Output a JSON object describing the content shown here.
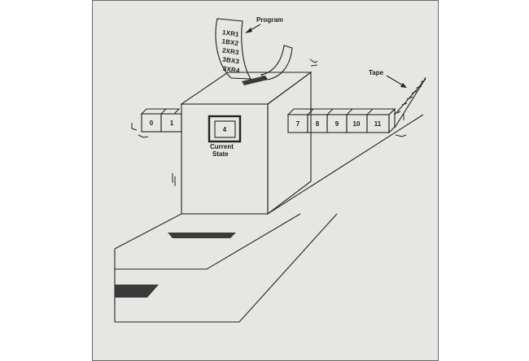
{
  "labels": {
    "program": "Program",
    "tape": "Tape",
    "current_state_line1": "Current",
    "current_state_line2": "State"
  },
  "program_lines": [
    "1XR1",
    "1BX2",
    "2XR3",
    "3BX3",
    "3XR4"
  ],
  "tape_cells_left": [
    "0",
    "1"
  ],
  "tape_cells_right": [
    "7",
    "8",
    "9",
    "10",
    "11"
  ],
  "state_value": "4",
  "colors": {
    "background": "#e6e6e3",
    "ink": "#222222",
    "frame": "#6a6a6a",
    "slot": "#3a3a3a"
  }
}
